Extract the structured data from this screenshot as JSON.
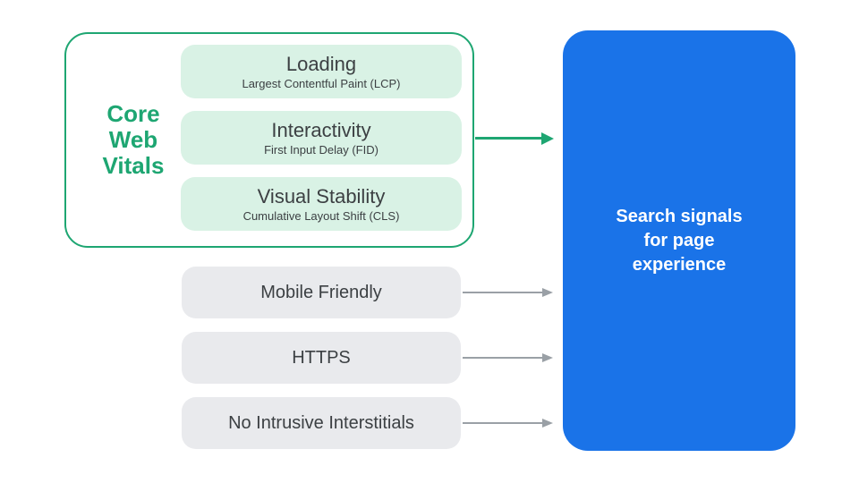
{
  "diagram": {
    "core_web_vitals": {
      "label": "Core\nWeb\nVitals",
      "items": [
        {
          "title": "Loading",
          "subtitle": "Largest Contentful Paint (LCP)"
        },
        {
          "title": "Interactivity",
          "subtitle": "First Input Delay (FID)"
        },
        {
          "title": "Visual Stability",
          "subtitle": "Cumulative Layout Shift (CLS)"
        }
      ]
    },
    "other_signals": [
      {
        "label": "Mobile Friendly"
      },
      {
        "label": "HTTPS"
      },
      {
        "label": "No Intrusive Interstitials"
      }
    ],
    "target": {
      "label": "Search signals\nfor page\nexperience"
    },
    "arrows": [
      {
        "name": "core-web-vitals-to-search-signals",
        "color": "green"
      },
      {
        "name": "mobile-friendly-to-search-signals",
        "color": "gray"
      },
      {
        "name": "https-to-search-signals",
        "color": "gray"
      },
      {
        "name": "no-intrusive-interstitials-to-search-signals",
        "color": "gray"
      }
    ]
  },
  "colors": {
    "green": "#1ea672",
    "green-light": "#d9f2e5",
    "gray-fill": "#e9eaed",
    "text-dark": "#3c4043",
    "blue": "#1a73e8",
    "arrow-gray": "#9aa0a6",
    "white": "#ffffff"
  }
}
